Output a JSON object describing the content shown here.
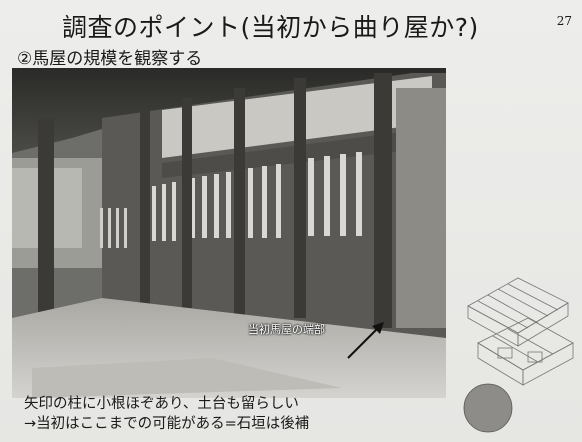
{
  "slide": {
    "title": "調査のポイント(当初から曲り屋か?)",
    "page_number": "27",
    "subtitle": "②馬屋の規模を観察する"
  },
  "photo": {
    "arrow_label": "当初馬屋の端部"
  },
  "notes": [
    "矢印の柱に小根ほぞあり、土台も留らしい",
    "→当初はここまでの可能がある=石垣は後補"
  ]
}
